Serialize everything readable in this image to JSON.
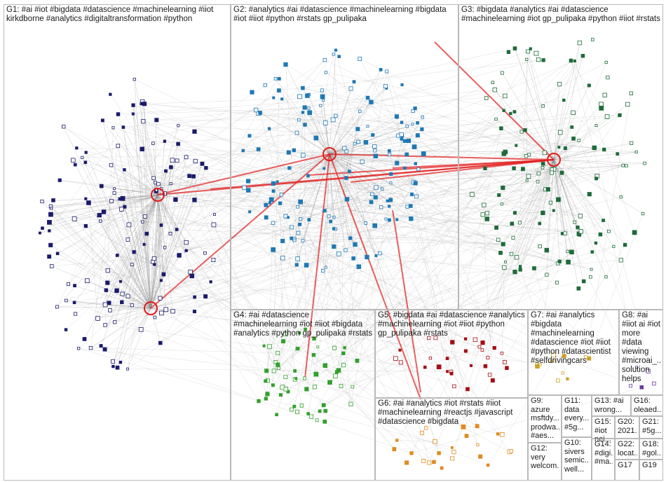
{
  "groups": [
    {
      "id": "G1",
      "label": "G1: #ai #iot #bigdata #datascience #machinelearning #iiot kirkdborne #analytics #digitaltransformation #python"
    },
    {
      "id": "G2",
      "label": "G2: #analytics #ai #datascience #machinelearning #bigdata #iot #iiot #python #rstats gp_pulipaka"
    },
    {
      "id": "G3",
      "label": "G3: #bigdata #analytics #ai #datascience #machinelearning #iot gp_pulipaka #python #iiot #rstats"
    },
    {
      "id": "G4",
      "label": "G4: #ai #datascience #machinelearning #iot #iiot #bigdata #analytics #python gp_pulipaka #rstats"
    },
    {
      "id": "G5",
      "label": "G5: #bigdata #ai #datascience #analytics #machinelearning #iot #iiot #python gp_pulipaka #rstats"
    },
    {
      "id": "G6",
      "label": "G6: #ai #analytics #iot #rstats #iiot #machinelearning #reactjs #javascript #datascience #bigdata"
    },
    {
      "id": "G7",
      "label": "G7: #ai #analytics #bigdata #machinelearning #datascience #iot #iiot #python #datascientist #selfdrivingcars"
    },
    {
      "id": "G8",
      "label": "G8: #ai #iiot ai #iot more #data viewing #microai_... solution helps"
    },
    {
      "id": "G9",
      "label": "G9: azure msftdy... prodwa... #aes..."
    },
    {
      "id": "G10",
      "label": "G10: sivers semic... well..."
    },
    {
      "id": "G11",
      "label": "G11: data every... #5g..."
    },
    {
      "id": "G12",
      "label": "G12: very welcom..."
    },
    {
      "id": "G13",
      "label": "G13: #ai wrong..."
    },
    {
      "id": "G14",
      "label": "G14: #digi... #ma..."
    },
    {
      "id": "G15",
      "label": "G15: #iot nei..."
    },
    {
      "id": "G16",
      "label": "G16: oleaed..."
    },
    {
      "id": "G17",
      "label": "G17"
    },
    {
      "id": "G18",
      "label": "G18: #gol..."
    },
    {
      "id": "G19",
      "label": "G19"
    },
    {
      "id": "G20",
      "label": "G20: 2021..."
    },
    {
      "id": "G21",
      "label": "G21: #5g..."
    },
    {
      "id": "G22",
      "label": "G22: locat..."
    }
  ],
  "colors": {
    "background": "#ffffff",
    "box_border": "#b9b9b9",
    "edge_gray": "#8a8a8a",
    "edge_red": "#e31b1b",
    "G1": "#1b1b6b",
    "G2": "#1f78b4",
    "G3": "#1e6b3a",
    "G4": "#33a02c",
    "G5": "#a50f15",
    "G6": "#e08a1e",
    "G7": "#c9a227",
    "G8": "#6a3d9a"
  }
}
